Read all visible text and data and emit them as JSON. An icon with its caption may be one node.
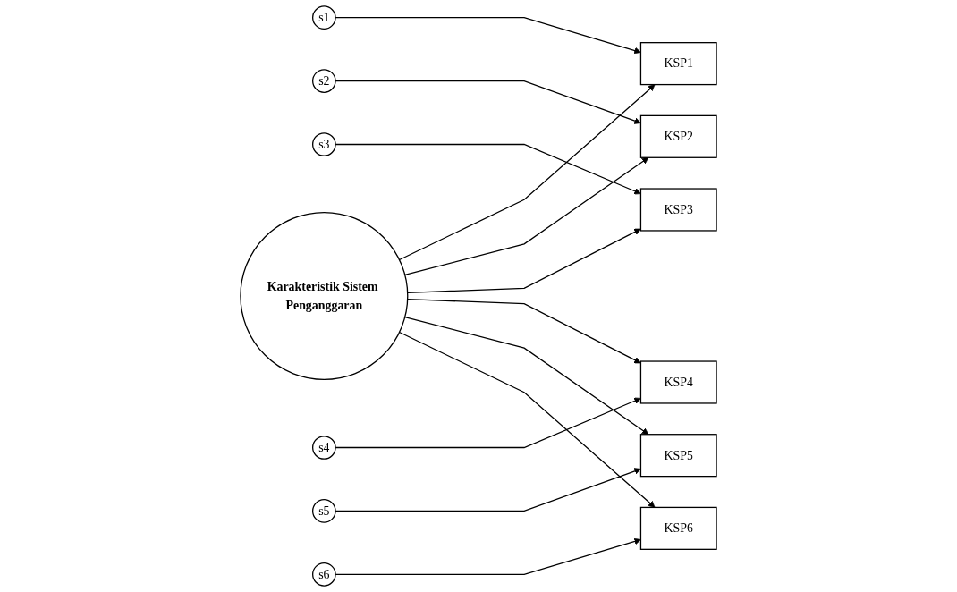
{
  "diagram": {
    "nodes": [
      {
        "text": [
          "s1"
        ]
      },
      {
        "text": [
          "KSP1"
        ]
      },
      {
        "text": [
          "s2"
        ]
      },
      {
        "text": [
          "KSP2"
        ]
      },
      {
        "text": [
          "s3"
        ]
      },
      {
        "text": [
          "KSP3"
        ]
      },
      {
        "text": [
          "Karakteristik Sistem Penganggaran"
        ]
      },
      {
        "text": [
          "s4"
        ]
      },
      {
        "text": [
          "KSP4"
        ]
      },
      {
        "text": [
          "s5"
        ]
      },
      {
        "text": [
          "KSP5"
        ]
      },
      {
        "text": [
          "s6"
        ]
      },
      {
        "text": [
          "KSP6"
        ]
      }
    ],
    "edges": [
      {
        "from": 0,
        "to": 1,
        "arrow": "to"
      },
      {
        "from": 2,
        "to": 3,
        "arrow": "to"
      },
      {
        "from": 4,
        "to": 5,
        "arrow": "to"
      },
      {
        "from": 7,
        "to": 8,
        "arrow": "to"
      },
      {
        "from": 9,
        "to": 10,
        "arrow": "to"
      },
      {
        "from": 11,
        "to": 12,
        "arrow": "to"
      },
      {
        "from": 6,
        "to": 1,
        "arrow": "to"
      },
      {
        "from": 6,
        "to": 3,
        "arrow": "to"
      },
      {
        "from": 6,
        "to": 5,
        "arrow": "to"
      },
      {
        "from": 6,
        "to": 8,
        "arrow": "to"
      },
      {
        "from": 6,
        "to": 10,
        "arrow": "to"
      },
      {
        "from": 6,
        "to": 12,
        "arrow": "to"
      }
    ]
  }
}
